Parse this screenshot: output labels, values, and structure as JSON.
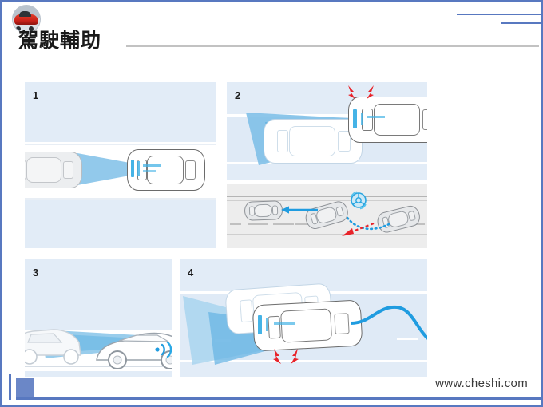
{
  "meta": {
    "domain": "slide",
    "accent_blue": "#5878c0",
    "panel_bg": "#e2ecf7",
    "cone_blue": "#7fc0e8",
    "warn_red": "#e8232a"
  },
  "header": {
    "logo_name": "cheshi-car-logo",
    "title": "駕駛輔助",
    "rule_color": "#c2c2c2",
    "corner_lines": 2
  },
  "panels": [
    {
      "number": "1",
      "name": "adaptive-cruise-control",
      "scene": "top-view road, host car detects leading vehicle with forward radar cone",
      "elements": [
        "lane-dashes",
        "ghost-lead-car",
        "host-car",
        "forward-radar-cone",
        "bumper-sensor-bar"
      ]
    },
    {
      "number": "2",
      "name": "lane-departure-warning",
      "scene": "top-view car drifting across lane line with wide radar cone and red warning arrows",
      "elements": [
        "wide-radar-cone",
        "ghost-previous-car",
        "host-car",
        "red-warning-arrows"
      ],
      "subscene": {
        "name": "steering-correction-inset",
        "background": "#ededed",
        "elements": [
          "grey-car-left",
          "grey-car-center",
          "grey-car-right",
          "steering-wheel-icon",
          "blue-solid-arrow",
          "blue-dotted-path",
          "red-dashed-arrow"
        ]
      }
    },
    {
      "number": "3",
      "name": "rear-parking-sensor",
      "scene": "side-view car with rear ultrasonic sensor waves detecting obstacle vehicle behind",
      "elements": [
        "side-view-host-car",
        "side-view-obstacle-car",
        "blue-detection-cone",
        "sonar-wave-icon",
        "ground-line"
      ]
    },
    {
      "number": "4",
      "name": "lane-keeping-assist",
      "scene": "top-view car steering back into lane along blue trajectory with radar cones and warning arrows",
      "elements": [
        "ghost-previous-car",
        "host-car",
        "radar-cone-wide",
        "radar-cone-narrow",
        "blue-trajectory-curve",
        "red-warning-arrows",
        "lane-dashes"
      ]
    }
  ],
  "footer": {
    "url": "www.cheshi.com",
    "square_color": "#6b87c7",
    "bar_color": "#5878c0"
  }
}
